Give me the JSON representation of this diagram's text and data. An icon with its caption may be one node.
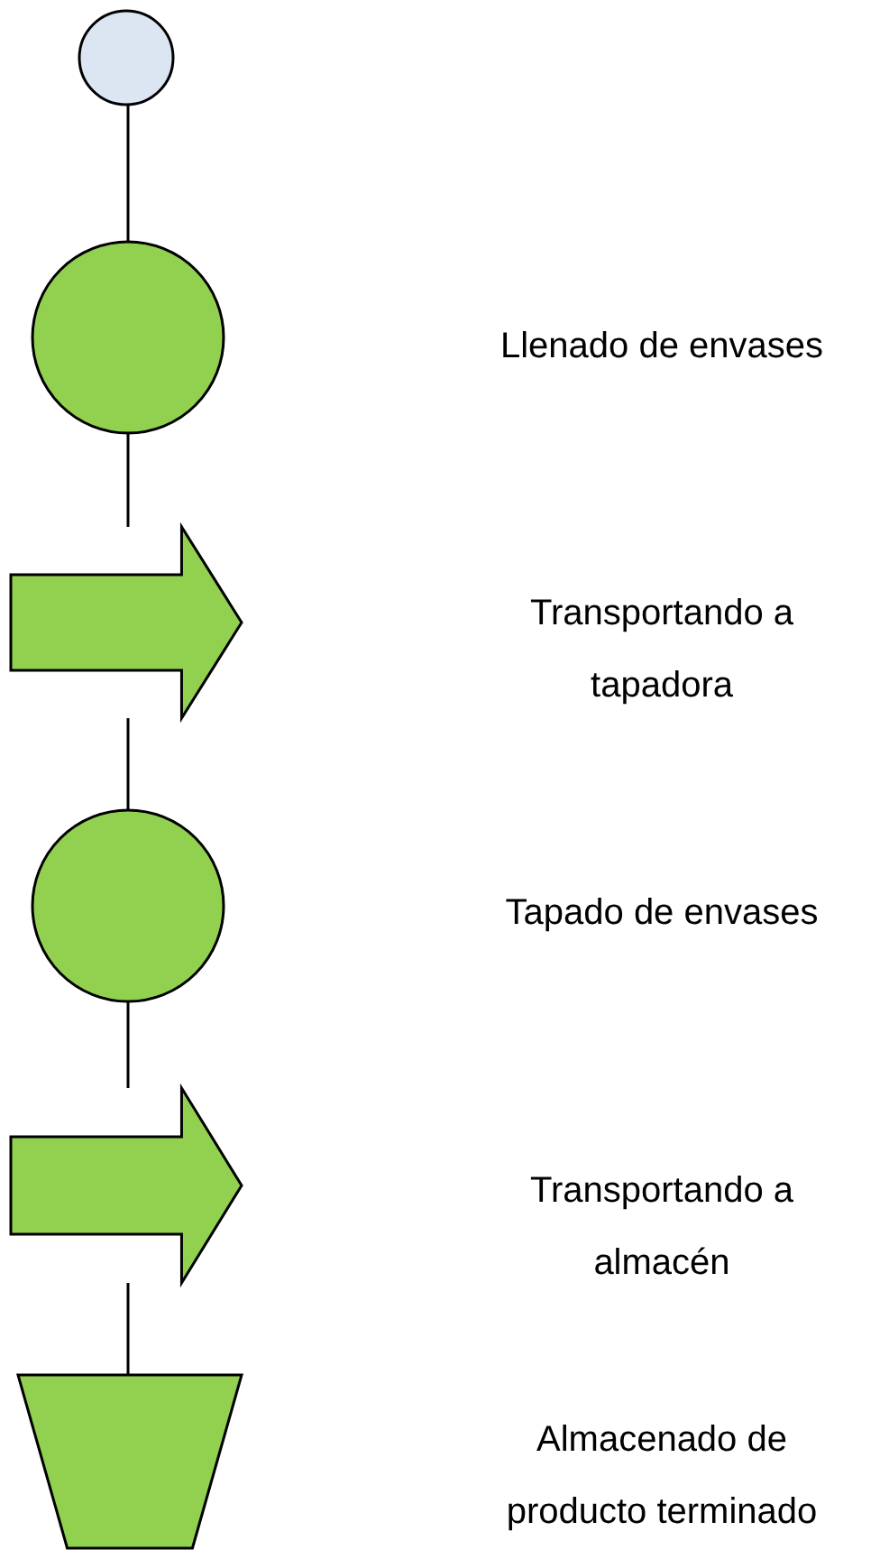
{
  "diagram": {
    "nodes": [
      {
        "text": [],
        "shape": "circle"
      },
      {
        "text": [],
        "shape": "circle"
      },
      {
        "text": [],
        "shape": "arrow"
      },
      {
        "text": [],
        "shape": "circle"
      },
      {
        "text": [],
        "shape": "arrow"
      },
      {
        "text": [],
        "shape": "trapezoid"
      }
    ],
    "edges": [
      {
        "from": 0,
        "to": 1,
        "arrow": "none"
      },
      {
        "from": 1,
        "to": 2,
        "arrow": "none"
      },
      {
        "from": 2,
        "to": 3,
        "arrow": "none"
      },
      {
        "from": 3,
        "to": 4,
        "arrow": "none"
      },
      {
        "from": 4,
        "to": 5,
        "arrow": "none"
      }
    ],
    "labels": [
      "Llenado de envases",
      "Transportando a tapadora",
      "Tapado de envases",
      "Transportando a almacén",
      "Almacenado de producto terminado"
    ]
  }
}
